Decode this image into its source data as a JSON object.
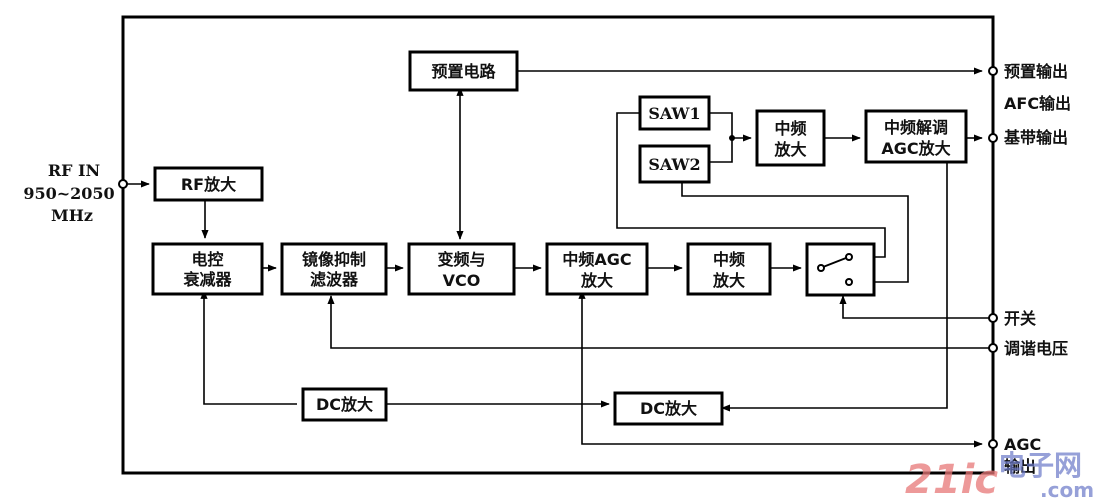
{
  "blocks": {
    "preset_circuit": "预置电路",
    "saw1": "SAW1",
    "saw2": "SAW2",
    "if_amp_top": [
      "中频",
      "放大"
    ],
    "if_demod_agc": [
      "中频解调",
      "AGC放大"
    ],
    "rf_amp": "RF放大",
    "attenuator": [
      "电控",
      "衰减器"
    ],
    "image_reject_filter": [
      "镜像抑制",
      "滤波器"
    ],
    "mixer_vco": [
      "变频与",
      "VCO"
    ],
    "if_agc_amp": [
      "中频AGC",
      "放大"
    ],
    "if_amp_mid": [
      "中频",
      "放大"
    ],
    "dc_amp_left": "DC放大",
    "dc_amp_right": "DC放大"
  },
  "ports": {
    "rf_in": [
      "RF IN",
      "950~2050",
      "MHz"
    ],
    "preset_out": "预置输出",
    "afc_out": "AFC输出",
    "baseband_out": "基带输出",
    "switch": "开关",
    "tuning_voltage": "调谐电压",
    "agc_out": [
      "AGC",
      "输出"
    ]
  },
  "watermark": {
    "logo": "21ic",
    "cn": "电子网",
    "url": ".com"
  }
}
